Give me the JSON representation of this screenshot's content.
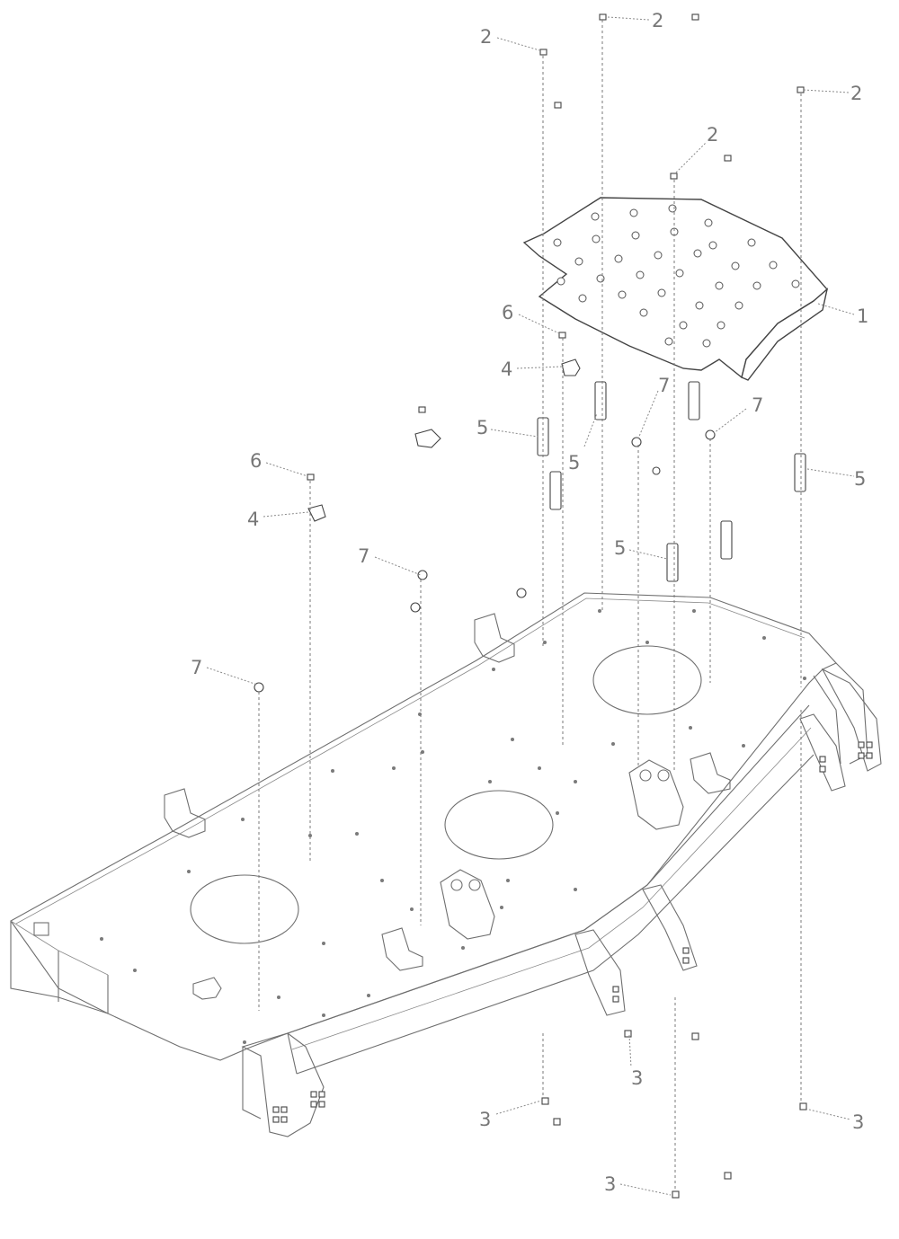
{
  "diagram": {
    "callouts": [
      {
        "id": "c1",
        "label": "1"
      },
      {
        "id": "c2a",
        "label": "2"
      },
      {
        "id": "c2b",
        "label": "2"
      },
      {
        "id": "c2c",
        "label": "2"
      },
      {
        "id": "c2d",
        "label": "2"
      },
      {
        "id": "c3a",
        "label": "3"
      },
      {
        "id": "c3b",
        "label": "3"
      },
      {
        "id": "c3c",
        "label": "3"
      },
      {
        "id": "c3d",
        "label": "3"
      },
      {
        "id": "c4a",
        "label": "4"
      },
      {
        "id": "c4b",
        "label": "4"
      },
      {
        "id": "c5a",
        "label": "5"
      },
      {
        "id": "c5b",
        "label": "5"
      },
      {
        "id": "c5c",
        "label": "5"
      },
      {
        "id": "c5d",
        "label": "5"
      },
      {
        "id": "c6a",
        "label": "6"
      },
      {
        "id": "c6b",
        "label": "6"
      },
      {
        "id": "c7a",
        "label": "7"
      },
      {
        "id": "c7b",
        "label": "7"
      },
      {
        "id": "c7c",
        "label": "7"
      },
      {
        "id": "c7d",
        "label": "7"
      }
    ]
  }
}
